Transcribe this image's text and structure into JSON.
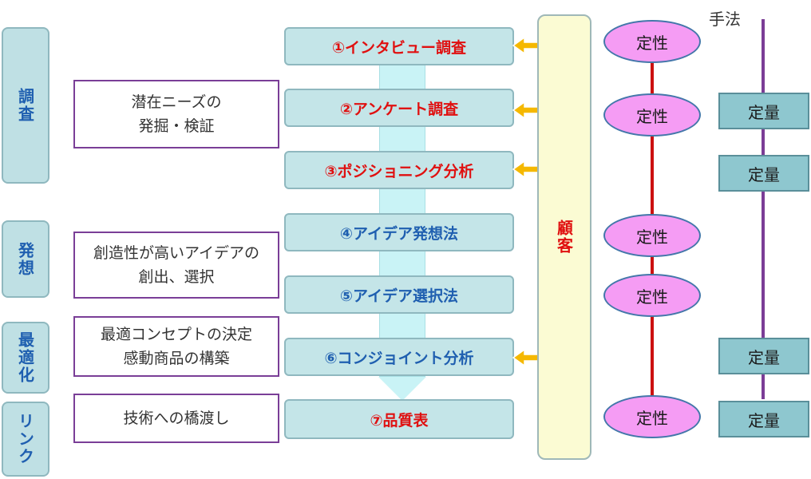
{
  "header": {
    "method_label": "手法"
  },
  "phases": [
    {
      "label": "調査"
    },
    {
      "label": "発想"
    },
    {
      "label": "最適化"
    },
    {
      "label": "リンク"
    }
  ],
  "descriptions": [
    {
      "lines": [
        "潜在ニーズの",
        "発掘・検証"
      ]
    },
    {
      "lines": [
        "創造性が高いアイデアの",
        "創出、選択"
      ]
    },
    {
      "lines": [
        "最適コンセプトの決定",
        "感動商品の構築"
      ]
    },
    {
      "lines": [
        "技術への橋渡し"
      ]
    }
  ],
  "steps": [
    {
      "label": "①インタビュー調査",
      "color": "#e01010"
    },
    {
      "label": "②アンケート調査",
      "color": "#e01010"
    },
    {
      "label": "③ポジショニング分析",
      "color": "#e01010"
    },
    {
      "label": "④アイデア発想法",
      "color": "#1f5fb0"
    },
    {
      "label": "⑤アイデア選択法",
      "color": "#1f5fb0"
    },
    {
      "label": "⑥コンジョイント分析",
      "color": "#1f5fb0"
    },
    {
      "label": "⑦品質表",
      "color": "#e01010"
    }
  ],
  "customer": {
    "label": "顧客"
  },
  "qualitative_label": "定性",
  "quantitative_label": "定量",
  "colors": {
    "arrow": "#f5b800",
    "qual_line": "#cc1111",
    "quant_line": "#7b3d96"
  }
}
